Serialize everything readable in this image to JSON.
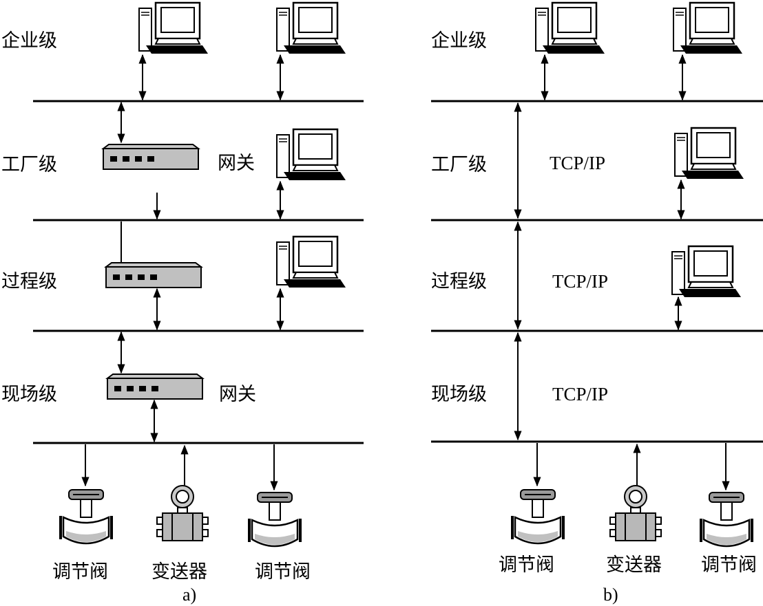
{
  "panel_a": {
    "levels": [
      "企业级",
      "工厂级",
      "过程级",
      "现场级"
    ],
    "gateway_labels": [
      "网关",
      "网关"
    ],
    "devices": [
      "调节阀",
      "变送器",
      "调节阀"
    ],
    "caption": "a)"
  },
  "panel_b": {
    "levels": [
      "企业级",
      "工厂级",
      "过程级",
      "现场级"
    ],
    "protocol_labels": [
      "TCP/IP",
      "TCP/IP",
      "TCP/IP"
    ],
    "devices": [
      "调节阀",
      "变送器",
      "调节阀"
    ],
    "caption": "b)"
  },
  "icons": {
    "computer": "computer-icon",
    "gateway": "gateway-icon",
    "valve": "control-valve-icon",
    "transmitter": "transmitter-icon"
  }
}
